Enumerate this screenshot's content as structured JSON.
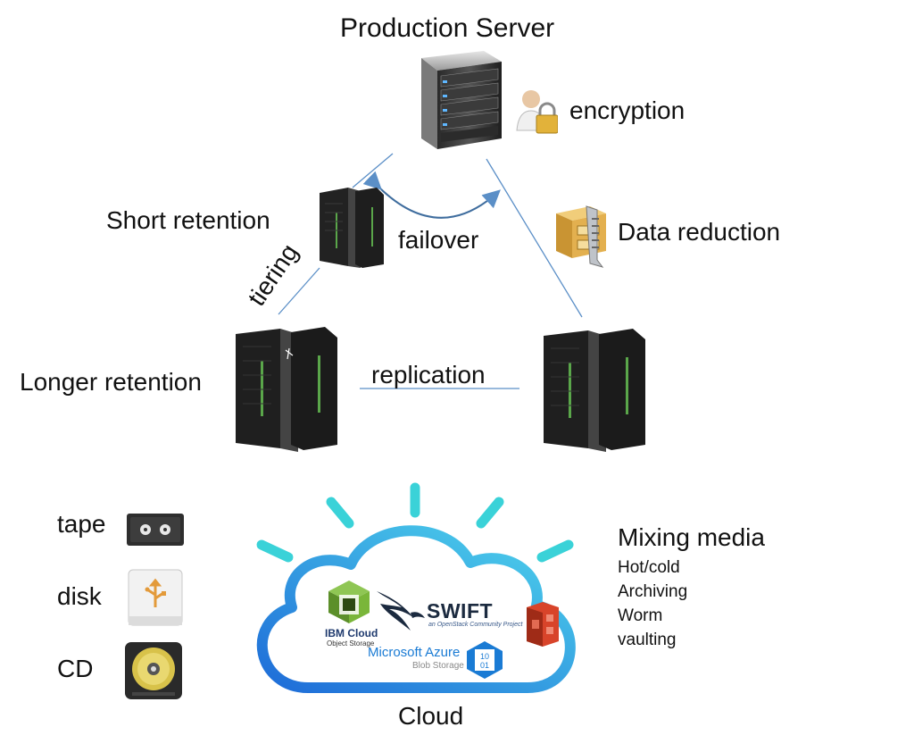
{
  "diagram": {
    "title": "Production Server",
    "labels": {
      "encryption": "encryption",
      "data_reduction": "Data reduction",
      "short_retention": "Short retention",
      "failover": "failover",
      "tiering": "tiering",
      "longer_retention": "Longer retention",
      "replication": "replication",
      "cloud": "Cloud"
    },
    "media": {
      "tape": "tape",
      "disk": "disk",
      "cd": "CD"
    },
    "mixing": {
      "title": "Mixing media",
      "items": [
        "Hot/cold",
        "Archiving",
        "Worm",
        "vaulting"
      ]
    },
    "cloud_providers": {
      "ibm_title": "IBM Cloud",
      "ibm_sub": "Object Storage",
      "swift_title": "SWIFT",
      "swift_sub": "an OpenStack Community Project",
      "azure_title": "Microsoft Azure",
      "azure_sub": "Blob Storage",
      "azure_icon_top": "10",
      "azure_icon_bottom": "01"
    },
    "colors": {
      "connector": "#5b8fc7",
      "cloud_gradient_start": "#1e6cd8",
      "cloud_gradient_end": "#4fd6ec",
      "ray": "#3ad2d8",
      "azure_blue": "#1a7bd4",
      "aws_red": "#d8442a",
      "ibm_green": "#7ab63a"
    }
  }
}
